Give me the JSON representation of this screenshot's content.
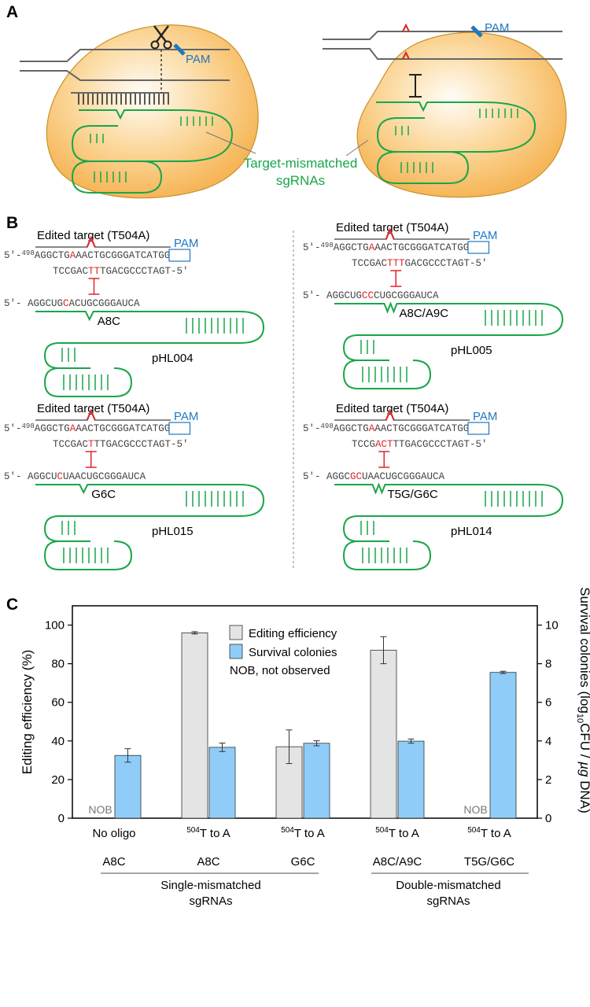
{
  "panel_a": {
    "label": "A",
    "pam_left": "PAM",
    "pam_right": "PAM",
    "mismatched_label_line1": "Target-mismatched",
    "mismatched_label_line2": "sgRNAs"
  },
  "panel_b": {
    "label": "B",
    "constructs": [
      {
        "title": "Edited target (T504A)",
        "pam": "PAM",
        "prefix": "5'-",
        "position": "498",
        "target_pre": "AGGCTG",
        "target_red": "A",
        "target_post": "AACTGCGGGATCA",
        "pam_seq": "TGG",
        "comp_pre": "TCCGAC",
        "comp_red": "TT",
        "comp_post": "TGACGCCCTAGT-5'",
        "sg_prefix": "5'- ",
        "sg_pre": "AGGCUG",
        "sg_red": "C",
        "sg_post": "ACUGCGGGAUCA",
        "mutation": "A8C",
        "plasmid": "pHL004"
      },
      {
        "title": "Edited target (T504A)",
        "pam": "PAM",
        "prefix": "5'-",
        "position": "498",
        "target_pre": "AGGCTG",
        "target_red": "A",
        "target_post": "AACTGCGGGATCA",
        "pam_seq": "TGG",
        "comp_pre": "TCCGAC",
        "comp_red": "TTT",
        "comp_post": "GACGCCCTAGT-5'",
        "sg_prefix": "5'- ",
        "sg_pre": "AGGCUG",
        "sg_red": "CC",
        "sg_post": "CUGCGGGAUCA",
        "mutation": "A8C/A9C",
        "plasmid": "pHL005"
      },
      {
        "title": "Edited target (T504A)",
        "pam": "PAM",
        "prefix": "5'-",
        "position": "498",
        "target_pre": "AGGCTG",
        "target_red": "A",
        "target_post": "AACTGCGGGATCA",
        "pam_seq": "TGG",
        "comp_pre": "TCCGAC",
        "comp_red": "T",
        "comp_post": "TTGACGCCCTAGT-5'",
        "sg_prefix": "5'- ",
        "sg_pre": "AGGCU",
        "sg_red": "C",
        "sg_post": "UAACUGCGGGAUCA",
        "mutation": "G6C",
        "plasmid": "pHL015"
      },
      {
        "title": "Edited target (T504A)",
        "pam": "PAM",
        "prefix": "5'-",
        "position": "498",
        "target_pre": "AGGCTG",
        "target_red": "A",
        "target_post": "AACTGCGGGATCA",
        "pam_seq": "TGG",
        "comp_pre": "TCCG",
        "comp_red": "ACT",
        "comp_post": "TTGACGCCCTAGT-5'",
        "sg_prefix": "5'- ",
        "sg_pre": "AGGC",
        "sg_red": "GC",
        "sg_post": "UAACUGCGGGAUCA",
        "mutation": "T5G/G6C",
        "plasmid": "pHL014"
      }
    ]
  },
  "panel_c": {
    "label": "C",
    "legend": [
      "Editing efficiency",
      "Survival colonies",
      "NOB, not observed"
    ],
    "nob_label": "NOB",
    "group_labels": {
      "single_line1": "Single-mismatched",
      "single_line2": "sgRNAs",
      "double_line1": "Double-mismatched",
      "double_line2": "sgRNAs"
    }
  },
  "chart_data": {
    "type": "bar",
    "categories": [
      "No oligo",
      "504T to A",
      "504T to A",
      "504T to A",
      "504T to A"
    ],
    "category_superscript": [
      "",
      "504",
      "504",
      "504",
      "504"
    ],
    "category_main": [
      "No oligo",
      "T to A",
      "T to A",
      "T to A",
      "T to A"
    ],
    "sgrnas": [
      "A8C",
      "A8C",
      "G6C",
      "A8C/A9C",
      "T5G/G6C"
    ],
    "ylabel": "Editing efficiency (%)",
    "ylabel2_pre": "Survival colonies (log",
    "ylabel2_sub": "10",
    "ylabel2_post": "CFU / ",
    "ylabel2_mu": "µg",
    "ylabel2_end": " DNA)",
    "ylim": [
      0,
      110
    ],
    "y2lim": [
      0,
      11
    ],
    "yticks": [
      0,
      20,
      40,
      60,
      80,
      100
    ],
    "y2ticks": [
      0,
      2,
      4,
      6,
      8,
      10
    ],
    "series": [
      {
        "name": "Editing efficiency",
        "axis": "left",
        "color": "#e4e4e4",
        "values": [
          null,
          96,
          37,
          87,
          null
        ],
        "errors": [
          null,
          0.6,
          8.7,
          7,
          null
        ]
      },
      {
        "name": "Survival colonies",
        "axis": "right",
        "color": "#8fcdf8",
        "values": [
          3.25,
          3.67,
          3.88,
          3.99,
          7.55
        ],
        "errors": [
          0.35,
          0.22,
          0.13,
          0.11,
          0.06
        ]
      }
    ],
    "grid": false,
    "legend_position": "top-center"
  }
}
